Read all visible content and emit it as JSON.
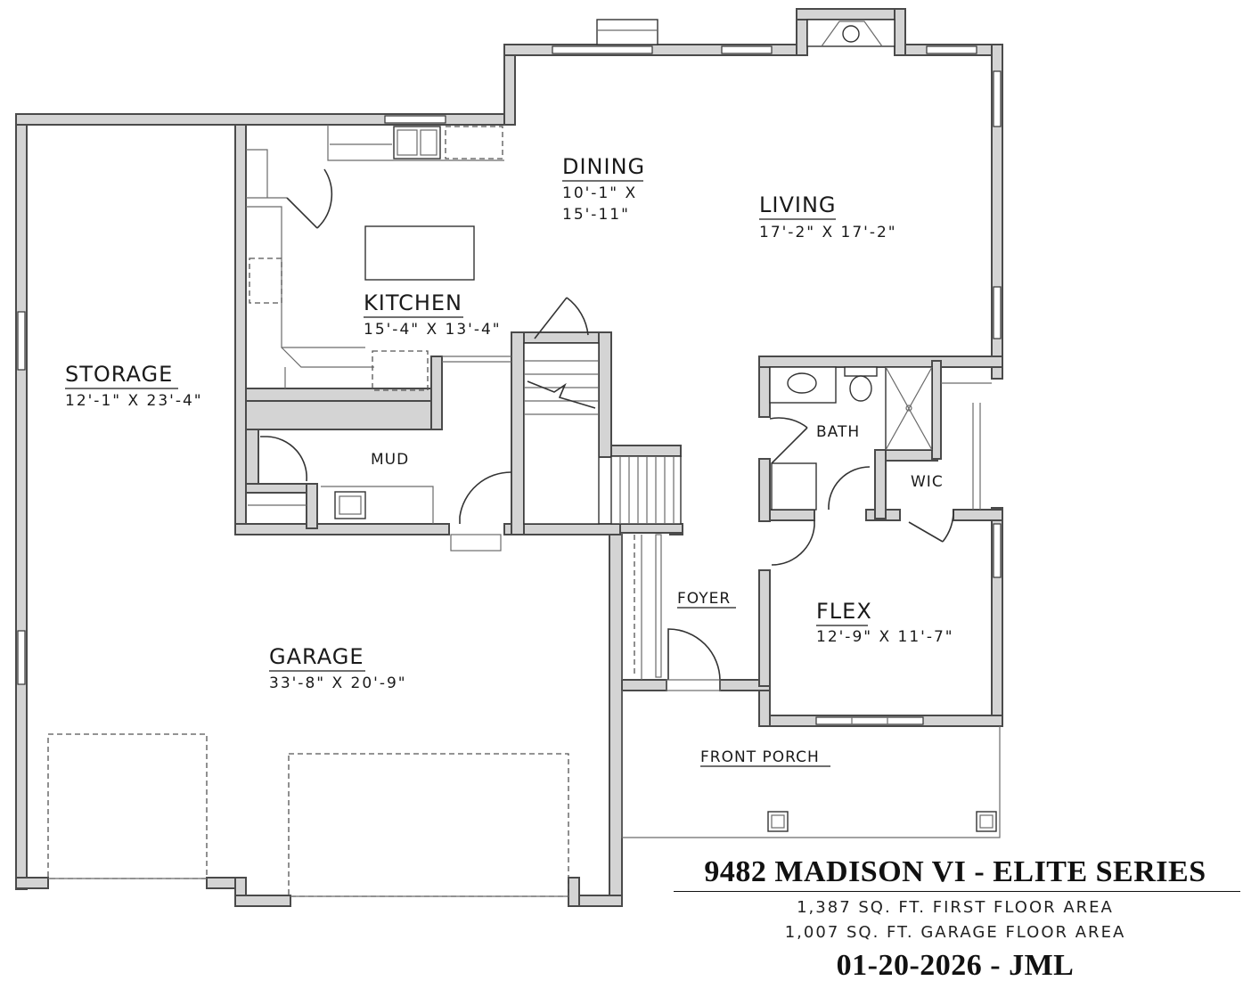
{
  "plan": {
    "rooms": {
      "dining": {
        "name": "DINING",
        "dim1": "10'-1\" X",
        "dim2": "15'-11\""
      },
      "living": {
        "name": "LIVING",
        "dim": "17'-2\" X 17'-2\""
      },
      "kitchen": {
        "name": "KITCHEN",
        "dim": "15'-4\" X 13'-4\""
      },
      "storage": {
        "name": "STORAGE",
        "dim": "12'-1\" X 23'-4\""
      },
      "mud": {
        "name": "MUD"
      },
      "bath": {
        "name": "BATH"
      },
      "wic": {
        "name": "WIC"
      },
      "foyer": {
        "name": "FOYER"
      },
      "flex": {
        "name": "FLEX",
        "dim": "12'-9\" X 11'-7\""
      },
      "garage": {
        "name": "GARAGE",
        "dim": "33'-8\" X 20'-9\""
      },
      "porch": {
        "name": "FRONT PORCH"
      }
    }
  },
  "title_block": {
    "title": "9482 MADISON VI - ELITE  SERIES",
    "first_floor": "1,387 SQ. FT. FIRST FLOOR AREA",
    "garage_floor": "1,007 SQ. FT. GARAGE FLOOR AREA",
    "date_initials": "01-20-2026 - JML"
  },
  "colors": {
    "wall_fill": "#d4d4d4",
    "wall_stroke": "#4a4a4a",
    "line": "#333333"
  }
}
